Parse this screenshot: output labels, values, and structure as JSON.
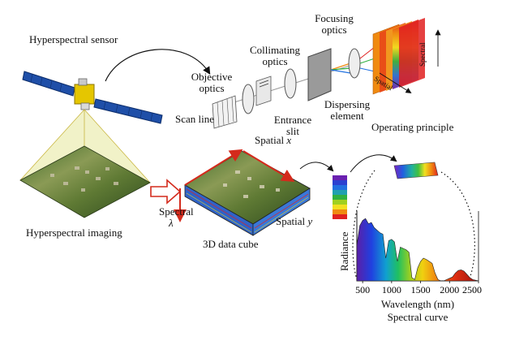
{
  "labels": {
    "sensor": "Hyperspectral sensor",
    "imaging": "Hyperspectral imaging",
    "scan_line": "Scan line",
    "objective_l1": "Objective",
    "objective_l2": "optics",
    "collimating_l1": "Collimating",
    "collimating_l2": "optics",
    "entrance_l1": "Entrance",
    "entrance_l2": "slit",
    "focusing_l1": "Focusing",
    "focusing_l2": "optics",
    "dispersing_l1": "Dispersing",
    "dispersing_l2": "element",
    "operating": "Operating principle",
    "spatial_axis": "Spatial",
    "spectral_axis": "Spectral",
    "spatial_x": "Spatial ",
    "spatial_x_var": "x",
    "spatial_y": "Spatial ",
    "spatial_y_var": "y",
    "spectral_lambda_word": "Spectral",
    "spectral_lambda_var": "λ",
    "cube": "3D data cube",
    "radiance": "Radiance",
    "wavelength": "Wavelength (nm)",
    "spectral_curve": "Spectral curve"
  },
  "chart_data": {
    "type": "area",
    "title": "Spectral curve",
    "xlabel": "Wavelength (nm)",
    "ylabel": "Radiance",
    "xlim": [
      400,
      2500
    ],
    "ticks": [
      "500",
      "1000",
      "1500",
      "2000",
      "2500"
    ],
    "x": [
      400,
      450,
      500,
      550,
      600,
      650,
      700,
      750,
      800,
      850,
      900,
      950,
      1000,
      1050,
      1100,
      1150,
      1200,
      1250,
      1300,
      1350,
      1400,
      1450,
      1500,
      1550,
      1600,
      1650,
      1700,
      1750,
      1800,
      1850,
      1900,
      1950,
      2000,
      2050,
      2100,
      2150,
      2200,
      2250,
      2300,
      2350,
      2400,
      2450,
      2500
    ],
    "values": [
      0.55,
      0.85,
      0.93,
      0.96,
      0.88,
      0.9,
      0.82,
      0.78,
      0.74,
      0.72,
      0.35,
      0.62,
      0.64,
      0.6,
      0.3,
      0.52,
      0.5,
      0.48,
      0.44,
      0.05,
      0.02,
      0.2,
      0.3,
      0.35,
      0.33,
      0.3,
      0.27,
      0.12,
      0.02,
      0.0,
      0.0,
      0.02,
      0.04,
      0.06,
      0.12,
      0.16,
      0.17,
      0.15,
      0.1,
      0.05,
      0.02,
      0.01,
      0.0
    ]
  },
  "colors": {
    "satellite_panel": "#1f4fa8",
    "satellite_body": "#e5c600",
    "footprint": "#e6e89a",
    "arrow_red": "#d42a1c",
    "cube_side": "#2f63c8"
  }
}
